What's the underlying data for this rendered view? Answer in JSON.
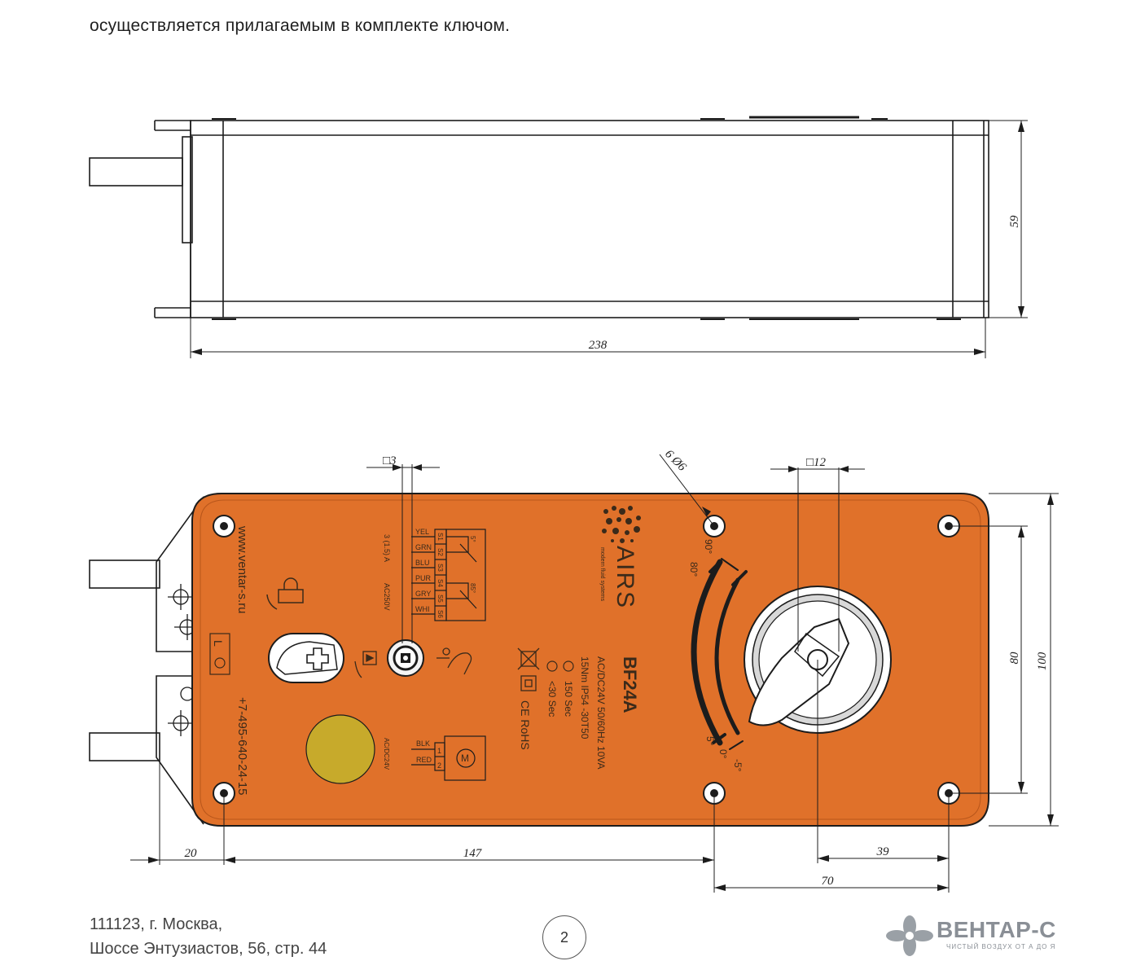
{
  "intro": {
    "text": "осуществляется прилагаемым в комплекте ключом."
  },
  "side_view": {
    "dim_width": "238",
    "dim_height": "59"
  },
  "front_view": {
    "dim_square_small": "□3",
    "dim_holes": "6 Ø6",
    "dim_square_large": "□12",
    "dim_100": "100",
    "dim_80": "80",
    "dim_20": "20",
    "dim_147": "147",
    "dim_39": "39",
    "dim_70": "70",
    "website": "www.ventar-s.ru",
    "phone": "+7-495-640-24-15",
    "brand": "AIRS",
    "brand_tagline": "modern fluid systems",
    "model": "BF24A",
    "spec_power": "AC/DC24V 50/60Hz 10VA",
    "spec_torque": "15Nm IP54 -30T50",
    "spec_motor_time": "150 Sec",
    "spec_spring_time": "<30 Sec",
    "certs": "CE RoHS",
    "aux_current": "3 (1.5) A",
    "aux_voltage": "AC250V",
    "aux_wires": [
      "YEL",
      "GRN",
      "BLU",
      "PUR",
      "GRY",
      "WHI"
    ],
    "aux_terminals": [
      "S1",
      "S2",
      "S3",
      "S4",
      "S5",
      "S6"
    ],
    "aux_angle_1": "5°",
    "aux_angle_2": "85°",
    "motor_wires": [
      "BLK",
      "RED"
    ],
    "motor_voltage": "AC/DC24V",
    "motor_terms": [
      "1",
      "2"
    ],
    "motor_symbol": "M",
    "scale_90": "90°",
    "scale_80": "80°",
    "scale_5": "5°",
    "scale_0": "0°",
    "scale_m5": "-5°",
    "lock_mark": "L"
  },
  "footer": {
    "address_line1": "111123, г. Москва,",
    "address_line2": "Шоссе Энтузиастов, 56, стр. 44",
    "page_number": "2",
    "logo_text": "ВЕНТАР-С",
    "logo_sub": "ЧИСТЫЙ ВОЗДУХ ОТ А ДО Я"
  },
  "colors": {
    "body_orange": "#e0712a",
    "knob_yellow": "#c7aa2b",
    "line": "#1c1c1c"
  }
}
